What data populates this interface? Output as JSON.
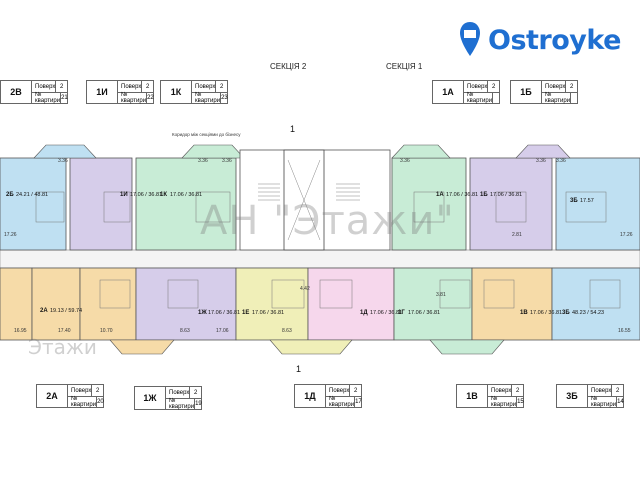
{
  "brand": {
    "name": "Ostroyke",
    "color": "#1f6fd1"
  },
  "sections": {
    "left": "СЕКЦІЯ 2",
    "right": "СЕКЦІЯ 1"
  },
  "watermark": "АН \"Этажи\"",
  "corner_watermark": "Этажи",
  "note": "Коридор між секціями до бізнесу",
  "marker_top": "1",
  "marker_bottom": "1",
  "legend_labels": {
    "floor": "Поверх",
    "apt_no": "№ квартири"
  },
  "legends": [
    {
      "id": "2B",
      "floor": "2",
      "apt": "21"
    },
    {
      "id": "1И",
      "floor": "2",
      "apt": "22"
    },
    {
      "id": "1К",
      "floor": "2",
      "apt": "23"
    },
    {
      "id": "1А",
      "floor": "2",
      "apt": ""
    },
    {
      "id": "1Б",
      "floor": "2",
      "apt": ""
    },
    {
      "id": "2А",
      "floor": "2",
      "apt": "20"
    },
    {
      "id": "1Ж",
      "floor": "2",
      "apt": "19"
    },
    {
      "id": "1Д",
      "floor": "2",
      "apt": "17"
    },
    {
      "id": "1В",
      "floor": "2",
      "apt": "15"
    },
    {
      "id": "3Б",
      "floor": "2",
      "apt": "14"
    }
  ],
  "apartments": [
    {
      "code": "2Б",
      "area": "24.21 / 48.81",
      "color": "#bfe0f2"
    },
    {
      "code": "1И",
      "area": "17.06 / 36.81",
      "color": "#d6cdea"
    },
    {
      "code": "1К",
      "area": "17.06 / 36.81",
      "color": "#c8ecd6"
    },
    {
      "code": "1А",
      "area": "17.06 / 36.81",
      "color": "#c8ecd6"
    },
    {
      "code": "1Б",
      "area": "17.06 / 36.81",
      "color": "#d6cdea"
    },
    {
      "code": "3Б",
      "area": "17.57",
      "color": "#bfe0f2"
    },
    {
      "code": "2А",
      "area": "19.13 / 59.74",
      "color": "#f6dba8"
    },
    {
      "code": "1Ж",
      "area": "17.06 / 36.81",
      "color": "#d6cdea"
    },
    {
      "code": "1Е",
      "area": "17.06 / 36.81",
      "color": "#f0efb8"
    },
    {
      "code": "1Д",
      "area": "17.06 / 36.81",
      "color": "#f6d7ec"
    },
    {
      "code": "1Г",
      "area": "17.06 / 36.81",
      "color": "#c8ecd6"
    },
    {
      "code": "1В",
      "area": "17.06 / 36.81",
      "color": "#f6dba8"
    },
    {
      "code": "3Б",
      "area": "48.23 / 54.23",
      "color": "#bfe0f2"
    }
  ],
  "dims": [
    "3.36",
    "3.36",
    "3.36",
    "3.36",
    "3.36",
    "3.36",
    "17.26",
    "17.26",
    "16.95",
    "16.55",
    "17.40",
    "10.70",
    "8.63",
    "17.06",
    "8.63",
    "4.42",
    "3.81",
    "2.81"
  ]
}
